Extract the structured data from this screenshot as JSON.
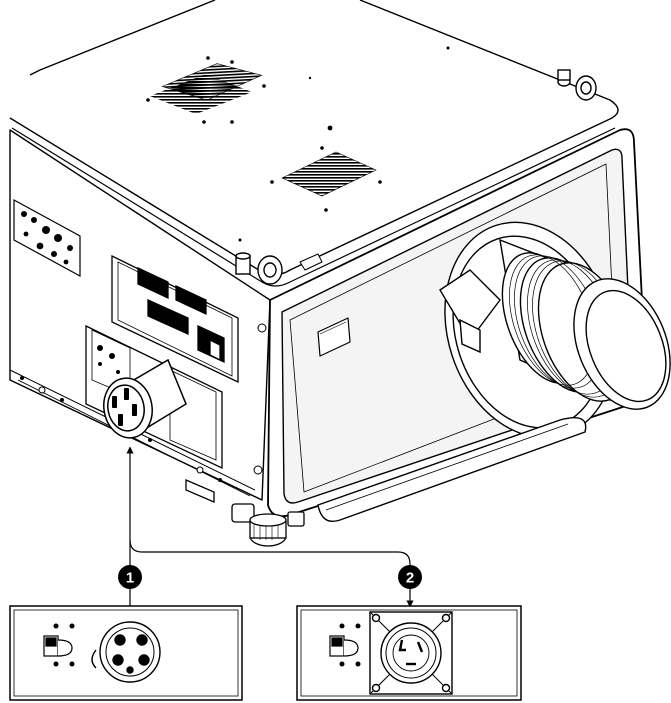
{
  "callouts": [
    {
      "number": "1"
    },
    {
      "number": "2"
    }
  ],
  "colors": {
    "ink": "#000000",
    "paper": "#ffffff",
    "bezel": "#f4f4f4"
  },
  "icons": [
    "projector-illustration",
    "power-inlet-connector-icon",
    "lens-icon",
    "locking-power-inlet-icon",
    "power-switch-icon"
  ]
}
